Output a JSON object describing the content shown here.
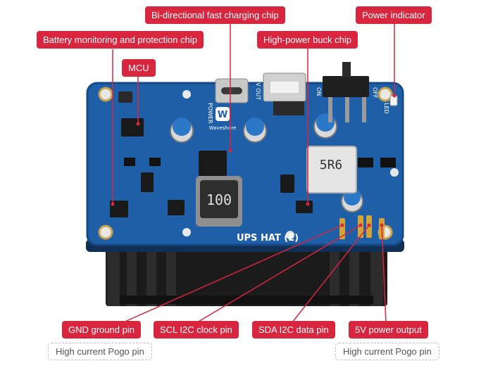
{
  "colors": {
    "label_bg": "#d7263d",
    "label_text": "#ffffff",
    "pcb": "#1f5fa8",
    "heatsink": "#1b1b1b",
    "leader": "#d7263d"
  },
  "labels": {
    "bidirectional_chip": "Bi-directional fast charging chip",
    "power_indicator": "Power indicator",
    "battery_monitoring": "Battery monitoring and protection chip",
    "buck_chip": "High-power buck chip",
    "mcu": "MCU",
    "gnd_pin": "GND ground pin",
    "scl_pin": "SCL I2C clock pin",
    "sda_pin": "SDA I2C data pin",
    "power_output": "5V power output"
  },
  "notes": {
    "pogo_left": "High current Pogo pin",
    "pogo_right": "High current Pogo pin"
  },
  "board": {
    "name": "UPS HAT (E)",
    "brand": "Waveshare",
    "silk_power": "POWER",
    "silk_5v_out": "5V OUT",
    "silk_on": "ON",
    "silk_off": "OFF",
    "silk_led": "LED",
    "inductor_small": "5R6",
    "inductor_large": "100",
    "icons": [
      "waveshare-logo-icon",
      "usb-c-port-icon",
      "usb-a-port-icon",
      "slide-switch-icon",
      "led-icon"
    ]
  }
}
